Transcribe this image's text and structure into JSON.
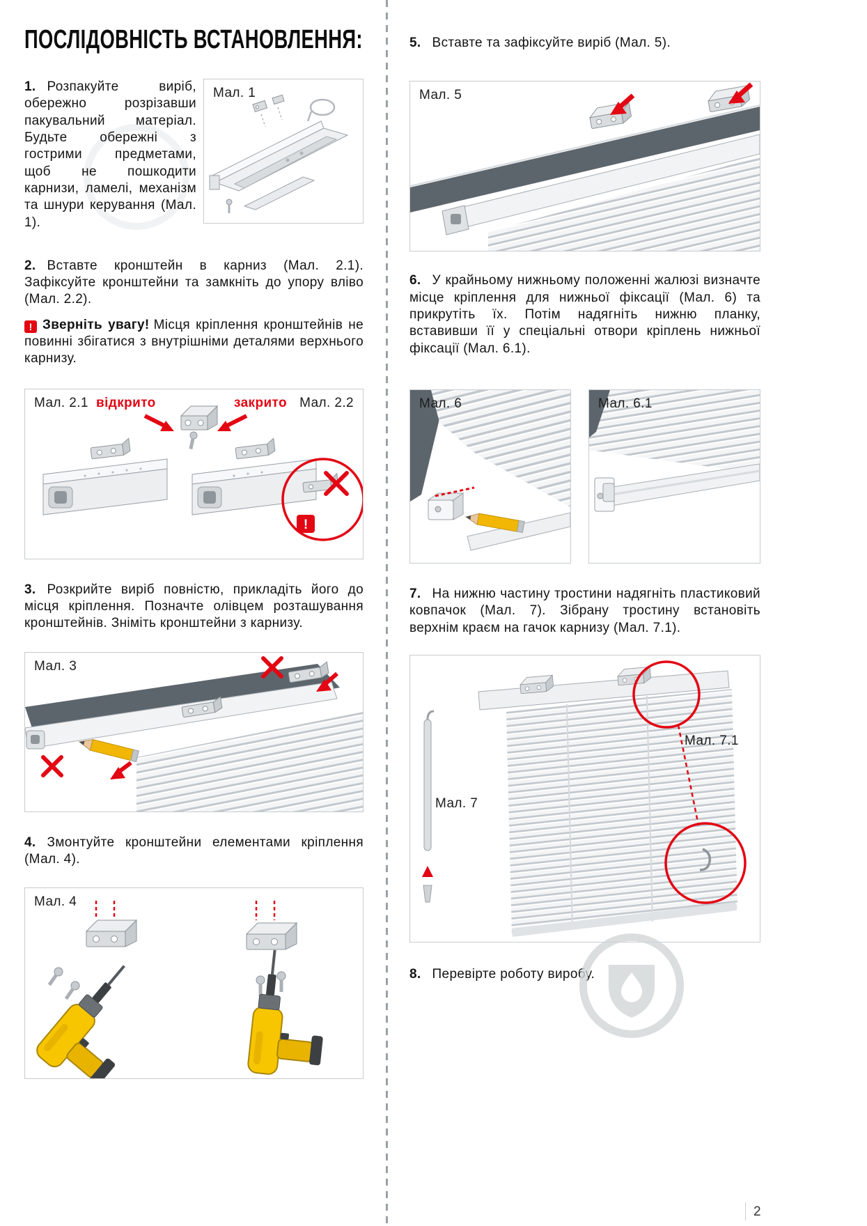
{
  "title": "ПОСЛІДОВНІСТЬ ВСТАНОВЛЕННЯ:",
  "steps": [
    {
      "num": "1.",
      "text": "Розпакуйте виріб, обережно розрізавши пакувальний матеріал. Будьте обережні з гострими предметами, щоб не пошкодити карнизи, ламелі, механізм та шнури керування (Мал. 1)."
    },
    {
      "num": "2.",
      "text": "Вставте кронштейн в карниз (Мал. 2.1). Зафіксуйте кронштейни та замкніть до упору вліво (Мал. 2.2)."
    },
    {
      "num": "3.",
      "text": "Розкрийте виріб повністю, прикладіть його до місця кріплення. Позначте олівцем розташування кронштейнів. Зніміть кронштейни з карнизу."
    },
    {
      "num": "4.",
      "text": "Змонтуйте кронштейни елементами кріплення (Мал. 4)."
    },
    {
      "num": "5.",
      "text": "Вставте та зафіксуйте виріб (Мал. 5)."
    },
    {
      "num": "6.",
      "text": "У крайньому нижньому положенні жалюзі визначте місце кріплення для нижньої фіксації (Мал. 6) та прикрутіть їх. Потім надягніть нижню планку, вставивши її у спеціальні отвори кріплень нижньої фіксації (Мал. 6.1)."
    },
    {
      "num": "7.",
      "text": "На нижню частину тростини надягніть пластиковий ковпачок (Мал. 7). Зібрану тростину встановіть верхнім краєм на гачок карнизу (Мал. 7.1)."
    },
    {
      "num": "8.",
      "text": "Перевірте роботу виробу."
    }
  ],
  "warning": {
    "icon": "!",
    "title": "Зверніть увагу!",
    "text": "Місця кріплення кронштейнів не повинні збігатися з внутрішніми деталями верхнього карнизу."
  },
  "figures": {
    "fig1": "Мал. 1",
    "fig2_left": "Мал. 2.1",
    "fig2_open": "відкрито",
    "fig2_closed": "закрито",
    "fig2_right": "Мал. 2.2",
    "fig3": "Мал. 3",
    "fig4": "Мал. 4",
    "fig5": "Мал. 5",
    "fig6": "Мал. 6",
    "fig6_1": "Мал. 6.1",
    "fig7": "Мал. 7",
    "fig7_1": "Мал. 7.1"
  },
  "page_number": "2",
  "colors": {
    "accent_red": "#e30613",
    "drill_yellow": "#f7c600"
  }
}
